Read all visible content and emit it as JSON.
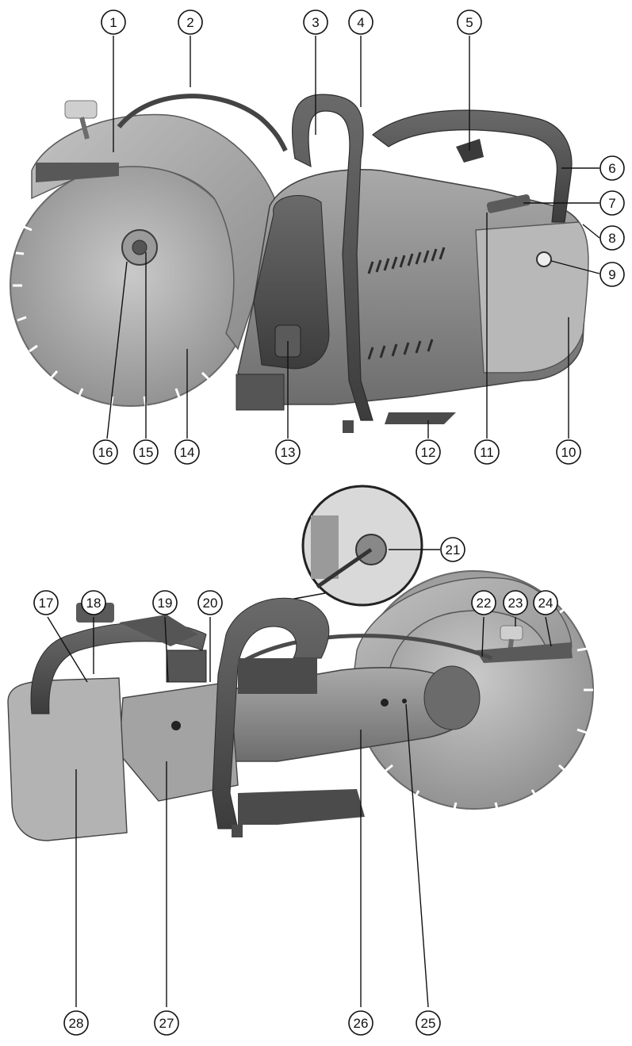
{
  "figure": {
    "description_views": [
      "front-left view",
      "rear-right view"
    ],
    "callouts_top": [
      "1",
      "2",
      "3",
      "4",
      "5",
      "6",
      "7",
      "8",
      "9",
      "10",
      "11",
      "12",
      "13",
      "14",
      "15",
      "16"
    ],
    "callouts_bottom": [
      "17",
      "18",
      "19",
      "20",
      "21",
      "22",
      "23",
      "24",
      "25",
      "26",
      "27",
      "28"
    ]
  },
  "colors": {
    "line": "#111111",
    "machine_dark": "#4a4a4a",
    "machine_mid": "#7c7c7c",
    "machine_light": "#b5b5b5",
    "blade": "#a8a8a8",
    "guard": "#9a9a9a"
  }
}
